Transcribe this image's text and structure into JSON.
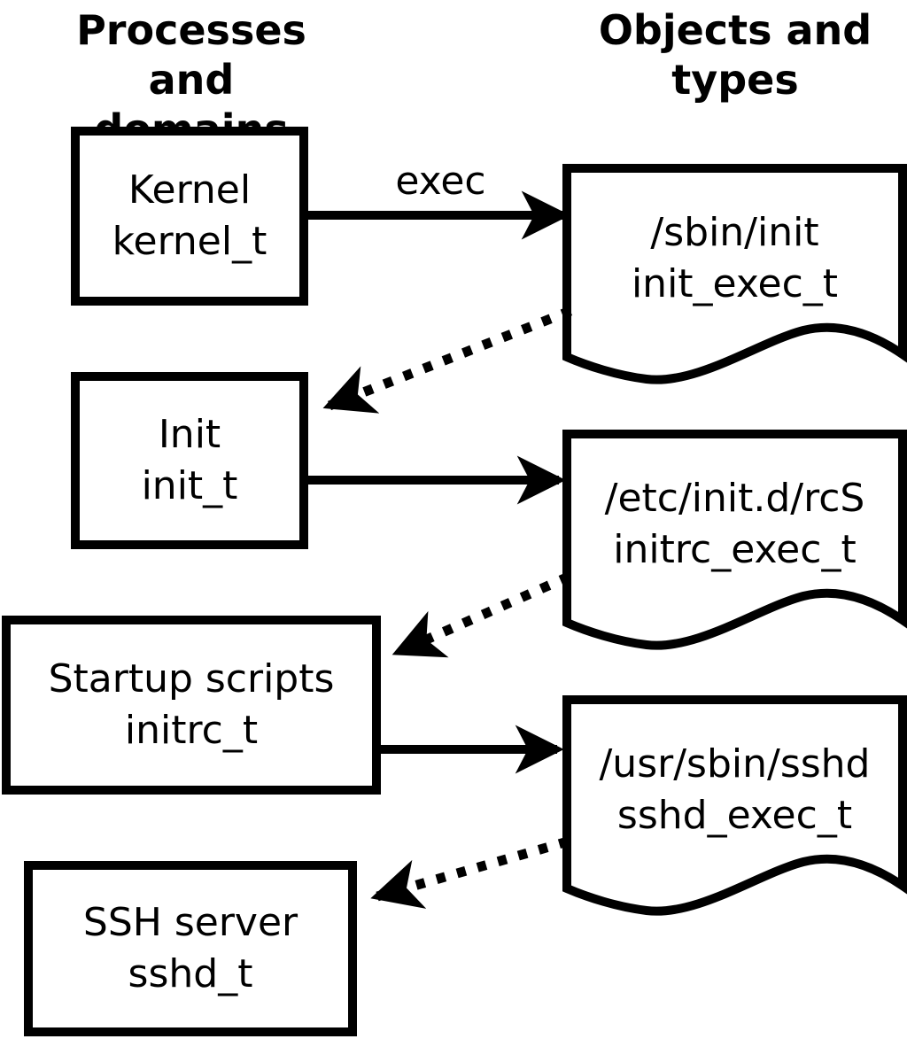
{
  "headers": {
    "left": "Processes and domains",
    "right": "Objects and types"
  },
  "processes": [
    {
      "name": "Kernel",
      "type": "kernel_t"
    },
    {
      "name": "Init",
      "type": "init_t"
    },
    {
      "name": "Startup scripts",
      "type": "initrc_t"
    },
    {
      "name": "SSH server",
      "type": "sshd_t"
    }
  ],
  "objects": [
    {
      "path": "/sbin/init",
      "type": "init_exec_t"
    },
    {
      "path": "/etc/init.d/rcS",
      "type": "initrc_exec_t"
    },
    {
      "path": "/usr/sbin/sshd",
      "type": "sshd_exec_t"
    }
  ],
  "edges": [
    {
      "from": "kernel_t",
      "to": "init_exec_t",
      "label": "exec",
      "style": "solid"
    },
    {
      "from": "init_t",
      "to": "initrc_exec_t",
      "style": "solid"
    },
    {
      "from": "initrc_t",
      "to": "sshd_exec_t",
      "style": "solid"
    },
    {
      "from": "init_exec_t",
      "to": "init_t",
      "style": "dotted"
    },
    {
      "from": "initrc_exec_t",
      "to": "initrc_t",
      "style": "dotted"
    },
    {
      "from": "sshd_exec_t",
      "to": "sshd_t",
      "style": "dotted"
    }
  ],
  "colors": {
    "foreground": "#000000",
    "background": "#ffffff"
  }
}
